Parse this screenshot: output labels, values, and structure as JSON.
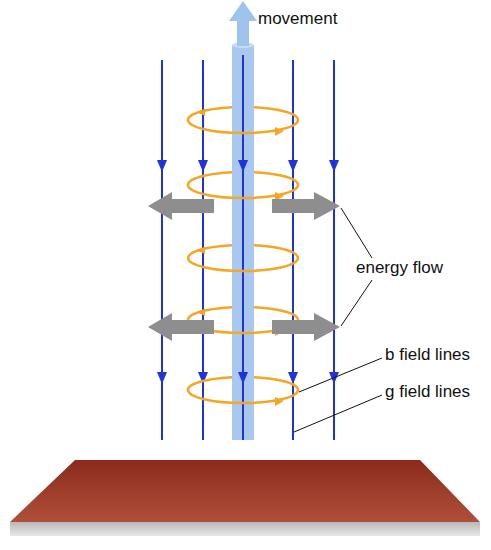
{
  "diagram": {
    "labels": [
      "movement",
      "energy flow",
      "b field lines",
      "g field lines"
    ]
  }
}
